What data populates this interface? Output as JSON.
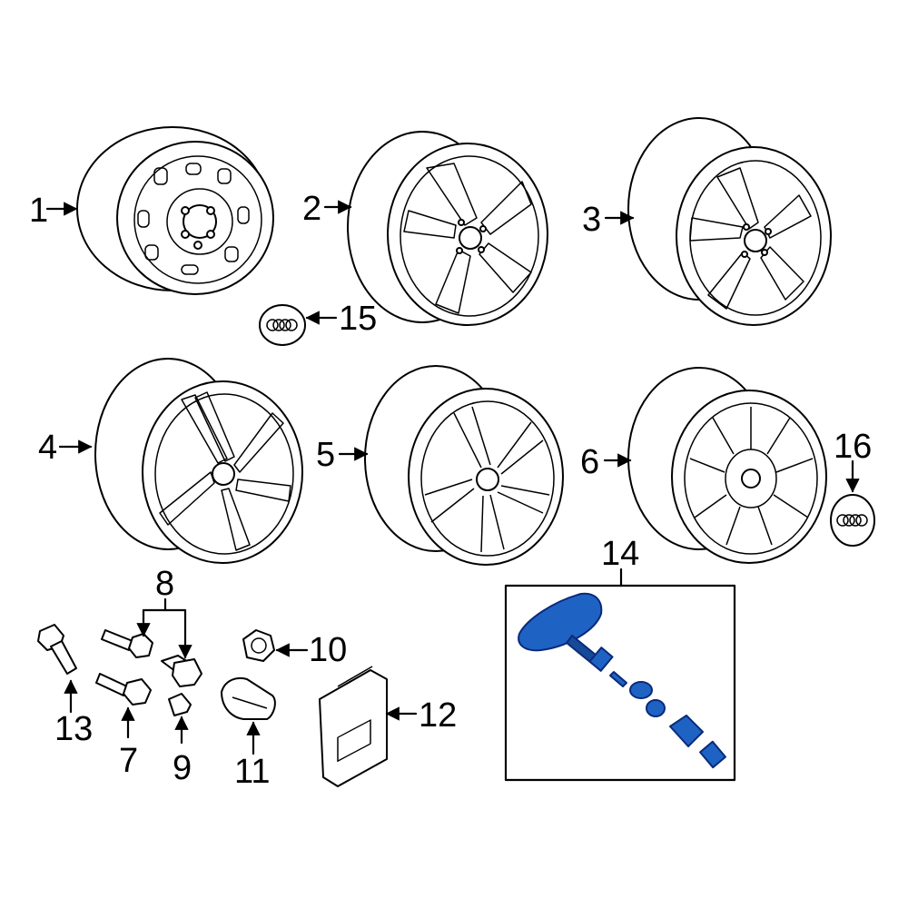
{
  "callouts": {
    "c1": "1",
    "c2": "2",
    "c3": "3",
    "c4": "4",
    "c5": "5",
    "c6": "6",
    "c7": "7",
    "c8": "8",
    "c9": "9",
    "c10": "10",
    "c11": "11",
    "c12": "12",
    "c13": "13",
    "c14": "14",
    "c15": "15",
    "c16": "16"
  },
  "colors": {
    "highlight": "#1e63c4",
    "line": "#000000",
    "background": "#ffffff"
  }
}
